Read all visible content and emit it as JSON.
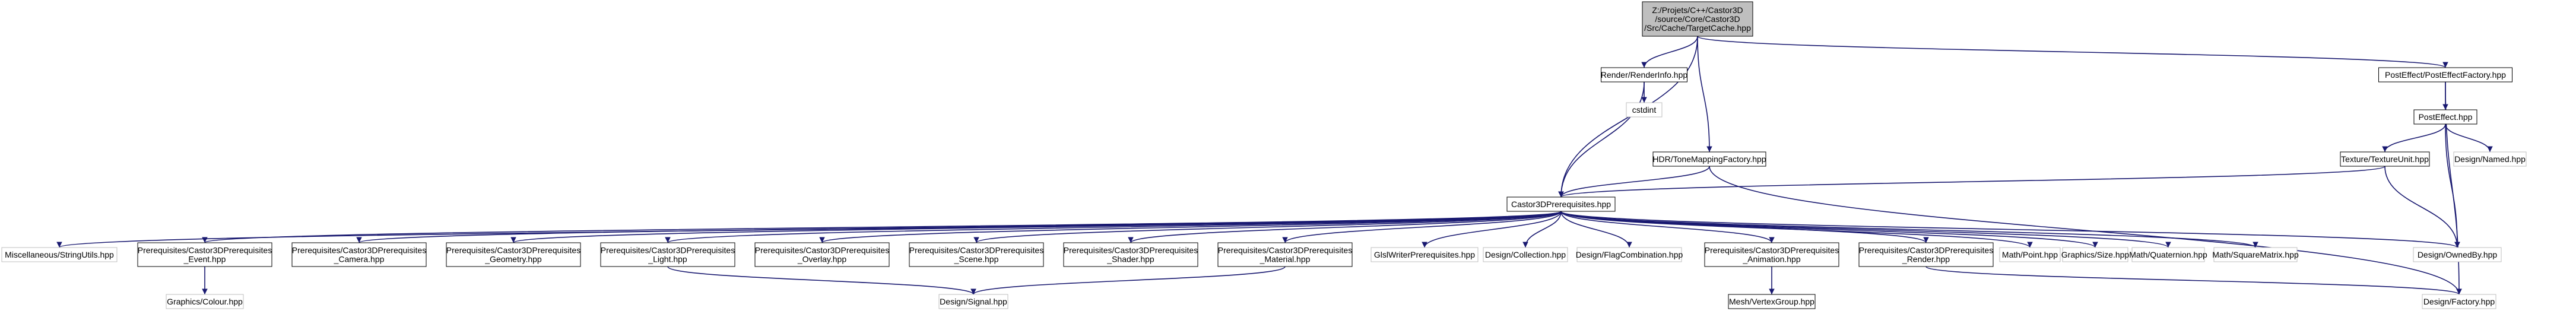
{
  "graph": {
    "root": {
      "id": "root",
      "lines": [
        "Z:/Projets/C++/Castor3D",
        "/source/Core/Castor3D",
        "/Src/Cache/TargetCache.hpp"
      ]
    },
    "nodes": [
      {
        "id": "n_renderinfo",
        "lines": [
          "Render/RenderInfo.hpp"
        ]
      },
      {
        "id": "n_cstdint",
        "lines": [
          "cstdint"
        ]
      },
      {
        "id": "n_posteffectfactory",
        "lines": [
          "PostEffect/PostEffectFactory.hpp"
        ]
      },
      {
        "id": "n_posteffect",
        "lines": [
          "PostEffect.hpp"
        ]
      },
      {
        "id": "n_textureunit",
        "lines": [
          "Texture/TextureUnit.hpp"
        ]
      },
      {
        "id": "n_named",
        "lines": [
          "Design/Named.hpp"
        ]
      },
      {
        "id": "n_hdrfactory",
        "lines": [
          "HDR/ToneMappingFactory.hpp"
        ]
      },
      {
        "id": "n_prereq",
        "lines": [
          "Castor3DPrerequisites.hpp"
        ]
      },
      {
        "id": "n_stringutils",
        "lines": [
          "Miscellaneous/StringUtils.hpp"
        ]
      },
      {
        "id": "n_event",
        "lines": [
          "Prerequisites/Castor3DPrerequisites",
          "_Event.hpp"
        ]
      },
      {
        "id": "n_camera",
        "lines": [
          "Prerequisites/Castor3DPrerequisites",
          "_Camera.hpp"
        ]
      },
      {
        "id": "n_geometry",
        "lines": [
          "Prerequisites/Castor3DPrerequisites",
          "_Geometry.hpp"
        ]
      },
      {
        "id": "n_light",
        "lines": [
          "Prerequisites/Castor3DPrerequisites",
          "_Light.hpp"
        ]
      },
      {
        "id": "n_overlay",
        "lines": [
          "Prerequisites/Castor3DPrerequisites",
          "_Overlay.hpp"
        ]
      },
      {
        "id": "n_scene",
        "lines": [
          "Prerequisites/Castor3DPrerequisites",
          "_Scene.hpp"
        ]
      },
      {
        "id": "n_shader",
        "lines": [
          "Prerequisites/Castor3DPrerequisites",
          "_Shader.hpp"
        ]
      },
      {
        "id": "n_material",
        "lines": [
          "Prerequisites/Castor3DPrerequisites",
          "_Material.hpp"
        ]
      },
      {
        "id": "n_glslwriter",
        "lines": [
          "GlslWriterPrerequisites.hpp"
        ]
      },
      {
        "id": "n_collection",
        "lines": [
          "Design/Collection.hpp"
        ]
      },
      {
        "id": "n_flagcomb",
        "lines": [
          "Design/FlagCombination.hpp"
        ]
      },
      {
        "id": "n_animation",
        "lines": [
          "Prerequisites/Castor3DPrerequisites",
          "_Animation.hpp"
        ]
      },
      {
        "id": "n_render",
        "lines": [
          "Prerequisites/Castor3DPrerequisites",
          "_Render.hpp"
        ]
      },
      {
        "id": "n_point",
        "lines": [
          "Math/Point.hpp"
        ]
      },
      {
        "id": "n_size",
        "lines": [
          "Graphics/Size.hpp"
        ]
      },
      {
        "id": "n_quaternion",
        "lines": [
          "Math/Quaternion.hpp"
        ]
      },
      {
        "id": "n_squarematrix",
        "lines": [
          "Math/SquareMatrix.hpp"
        ]
      },
      {
        "id": "n_ownedby",
        "lines": [
          "Design/OwnedBy.hpp"
        ]
      },
      {
        "id": "n_colour",
        "lines": [
          "Graphics/Colour.hpp"
        ]
      },
      {
        "id": "n_signal",
        "lines": [
          "Design/Signal.hpp"
        ]
      },
      {
        "id": "n_mesh",
        "lines": [
          "Mesh/VertexGroup.hpp"
        ]
      },
      {
        "id": "n_factory",
        "lines": [
          "Design/Factory.hpp"
        ]
      }
    ],
    "edges": [
      {
        "from": "root",
        "to": "n_renderinfo"
      },
      {
        "from": "root",
        "to": "n_prereq"
      },
      {
        "from": "root",
        "to": "n_hdrfactory"
      },
      {
        "from": "root",
        "to": "n_posteffectfactory"
      },
      {
        "from": "n_renderinfo",
        "to": "n_cstdint"
      },
      {
        "from": "n_renderinfo",
        "to": "n_prereq"
      },
      {
        "from": "n_posteffectfactory",
        "to": "n_posteffect"
      },
      {
        "from": "n_posteffectfactory",
        "to": "n_factory"
      },
      {
        "from": "n_posteffect",
        "to": "n_textureunit"
      },
      {
        "from": "n_posteffect",
        "to": "n_named"
      },
      {
        "from": "n_posteffect",
        "to": "n_ownedby"
      },
      {
        "from": "n_textureunit",
        "to": "n_prereq"
      },
      {
        "from": "n_textureunit",
        "to": "n_ownedby"
      },
      {
        "from": "n_hdrfactory",
        "to": "n_prereq"
      },
      {
        "from": "n_hdrfactory",
        "to": "n_factory"
      },
      {
        "from": "n_prereq",
        "to": "n_stringutils"
      },
      {
        "from": "n_prereq",
        "to": "n_event"
      },
      {
        "from": "n_prereq",
        "to": "n_camera"
      },
      {
        "from": "n_prereq",
        "to": "n_geometry"
      },
      {
        "from": "n_prereq",
        "to": "n_light"
      },
      {
        "from": "n_prereq",
        "to": "n_overlay"
      },
      {
        "from": "n_prereq",
        "to": "n_scene"
      },
      {
        "from": "n_prereq",
        "to": "n_shader"
      },
      {
        "from": "n_prereq",
        "to": "n_material"
      },
      {
        "from": "n_prereq",
        "to": "n_glslwriter"
      },
      {
        "from": "n_prereq",
        "to": "n_collection"
      },
      {
        "from": "n_prereq",
        "to": "n_flagcomb"
      },
      {
        "from": "n_prereq",
        "to": "n_animation"
      },
      {
        "from": "n_prereq",
        "to": "n_render"
      },
      {
        "from": "n_prereq",
        "to": "n_point"
      },
      {
        "from": "n_prereq",
        "to": "n_size"
      },
      {
        "from": "n_prereq",
        "to": "n_quaternion"
      },
      {
        "from": "n_prereq",
        "to": "n_squarematrix"
      },
      {
        "from": "n_prereq",
        "to": "n_ownedby"
      },
      {
        "from": "n_event",
        "to": "n_colour"
      },
      {
        "from": "n_light",
        "to": "n_signal"
      },
      {
        "from": "n_material",
        "to": "n_signal"
      },
      {
        "from": "n_animation",
        "to": "n_mesh"
      },
      {
        "from": "n_render",
        "to": "n_factory"
      }
    ]
  },
  "colors": {
    "edge": "#191970",
    "node_border": "#000000",
    "node_border_external": "#bfbfbf",
    "root_fill": "#bfbfbf",
    "node_fill": "#ffffff",
    "text": "#000000"
  }
}
